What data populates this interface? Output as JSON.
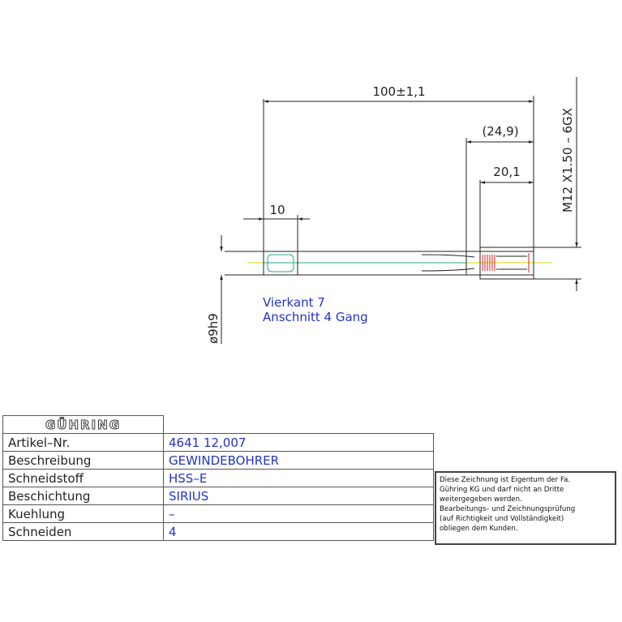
{
  "drawing": {
    "dim_overall": "100±1,1",
    "dim_thread_total": "(24,9)",
    "dim_thread": "20,1",
    "dim_square": "10",
    "thread_spec": "M12  X1.50 – 6GX",
    "shank_diameter": "ø9h9",
    "note_line1": "Vierkant 7",
    "note_line2": "Anschnitt 4 Gang",
    "colors": {
      "line": "#222222",
      "text_blue": "#2233cc",
      "centerline": "#e8d000",
      "teal": "#2aa38a"
    }
  },
  "title_block": {
    "logo": "GÜHRING",
    "rows": [
      {
        "label": "Artikel–Nr.",
        "value": "4641 12,007"
      },
      {
        "label": "Beschreibung",
        "value": "GEWINDEBOHRER"
      },
      {
        "label": "Schneidstoff",
        "value": "HSS–E"
      },
      {
        "label": "Beschichtung",
        "value": "SIRIUS"
      },
      {
        "label": "Kuehlung",
        "value": "–"
      },
      {
        "label": "Schneiden",
        "value": "4"
      }
    ]
  },
  "disclaimer": {
    "lines": [
      "Diese Zeichnung ist Eigentum der Fa.",
      "Gühring KG und darf nicht an Dritte",
      "weitergegeben werden.",
      "Bearbeitungs– und Zeichnungsprüfung",
      "(auf Richtigkeit und Vollständigkeit)",
      "obliegen dem Kunden."
    ]
  }
}
